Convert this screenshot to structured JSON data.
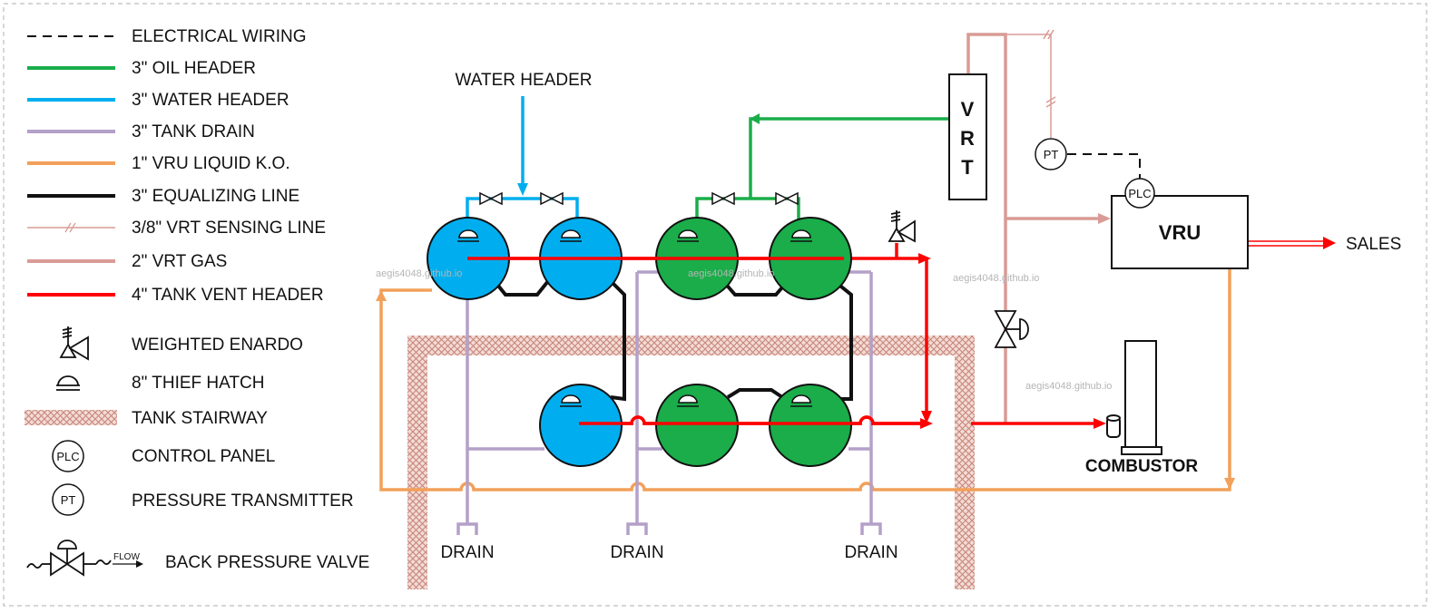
{
  "legend": {
    "electrical_wiring": "ELECTRICAL WIRING",
    "oil_header": "3\" OIL HEADER",
    "water_header": "3\" WATER HEADER",
    "tank_drain": "3\" TANK DRAIN",
    "vru_liquid_ko": "1\" VRU LIQUID K.O.",
    "equalizing_line": "3\" EQUALIZING LINE",
    "vrt_sensing_line": "3/8\" VRT SENSING LINE",
    "vrt_gas": "2\" VRT GAS",
    "tank_vent_header": "4\" TANK VENT HEADER",
    "weighted_enardo": "WEIGHTED ENARDO",
    "thief_hatch": "8\" THIEF HATCH",
    "tank_stairway": "TANK STAIRWAY",
    "control_panel": "CONTROL PANEL",
    "pressure_transmitter": "PRESSURE TRANSMITTER",
    "back_pressure_valve": "BACK PRESSURE VALVE",
    "flow": "FLOW"
  },
  "labels": {
    "water_header": "WATER HEADER",
    "vrt_v": "V",
    "vrt_r": "R",
    "vrt_t": "T",
    "vru": "VRU",
    "sales": "SALES",
    "combustor": "COMBUSTOR",
    "plc": "PLC",
    "pt": "PT",
    "drain_1": "DRAIN",
    "drain_2": "DRAIN",
    "drain_3": "DRAIN"
  },
  "watermarks": [
    "aegis4048.github.io",
    "aegis4048.github.io",
    "aegis4048.github.io",
    "aegis4048.github.io"
  ],
  "colors": {
    "oil": "#1aad4a",
    "water": "#00aeef",
    "drain": "#b4a0c8",
    "vru_liquid": "#f2a05a",
    "equalizing": "#111111",
    "vrt_gas": "#d99b95",
    "vent": "#ff0000",
    "stair": "#c8867a",
    "water_tank": "#00aeef",
    "oil_tank": "#1aad4a"
  }
}
